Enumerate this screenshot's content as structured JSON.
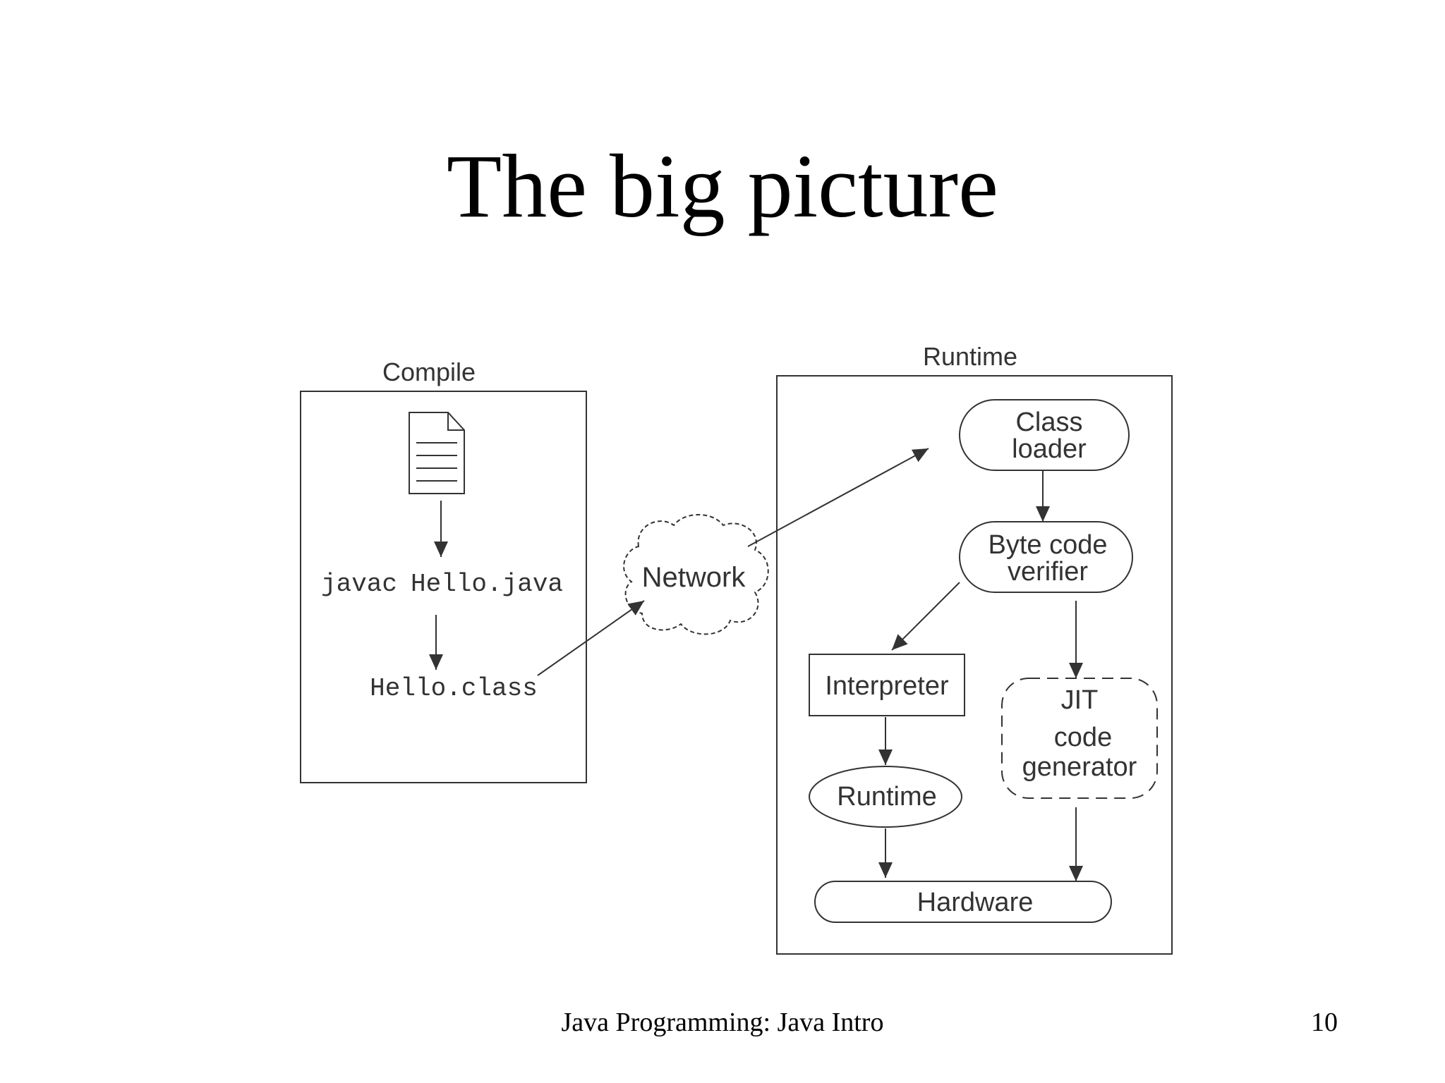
{
  "slide": {
    "title": "The big picture",
    "footer_text": "Java Programming: Java Intro",
    "page_number": "10"
  },
  "diagram": {
    "compile_label": "Compile",
    "runtime_label": "Runtime",
    "javac_cmd": "javac",
    "javac_file": "Hello.java",
    "class_file": "Hello.class",
    "network_label": "Network",
    "class_loader_line1": "Class",
    "class_loader_line2": "loader",
    "verifier_line1": "Byte code",
    "verifier_line2": "verifier",
    "interpreter_label": "Interpreter",
    "jit_line1": "JIT",
    "jit_line2": "code",
    "jit_line3": "generator",
    "runtime_ellipse_label": "Runtime",
    "hardware_label": "Hardware"
  }
}
